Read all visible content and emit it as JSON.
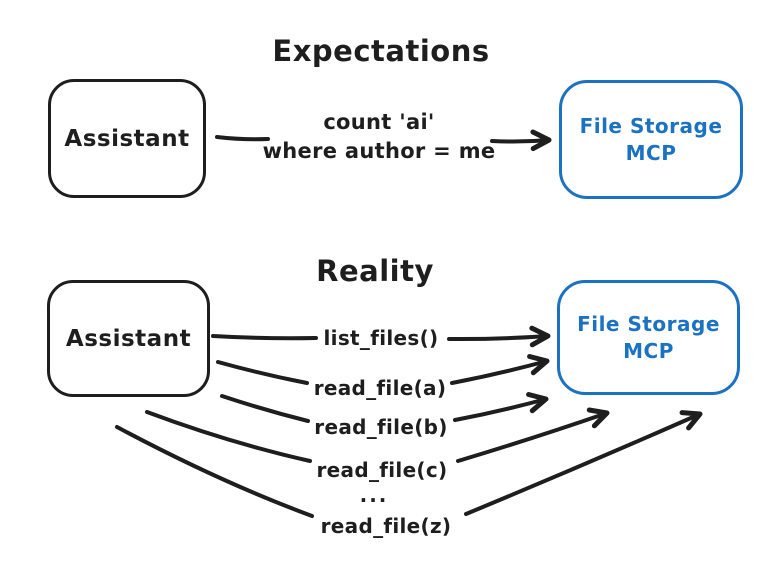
{
  "expectations": {
    "title": "Expectations",
    "assistant_label": "Assistant",
    "mcp_label_line1": "File Storage",
    "mcp_label_line2": "MCP",
    "query_line1": "count 'ai'",
    "query_line2": "where author = me"
  },
  "reality": {
    "title": "Reality",
    "assistant_label": "Assistant",
    "mcp_label_line1": "File Storage",
    "mcp_label_line2": "MCP",
    "calls": [
      "list_files()",
      "read_file(a)",
      "read_file(b)",
      "read_file(c)",
      "...",
      "read_file(z)"
    ]
  },
  "colors": {
    "ink": "#1e1e1e",
    "accent": "#1c72c2",
    "background": "#ffffff"
  }
}
